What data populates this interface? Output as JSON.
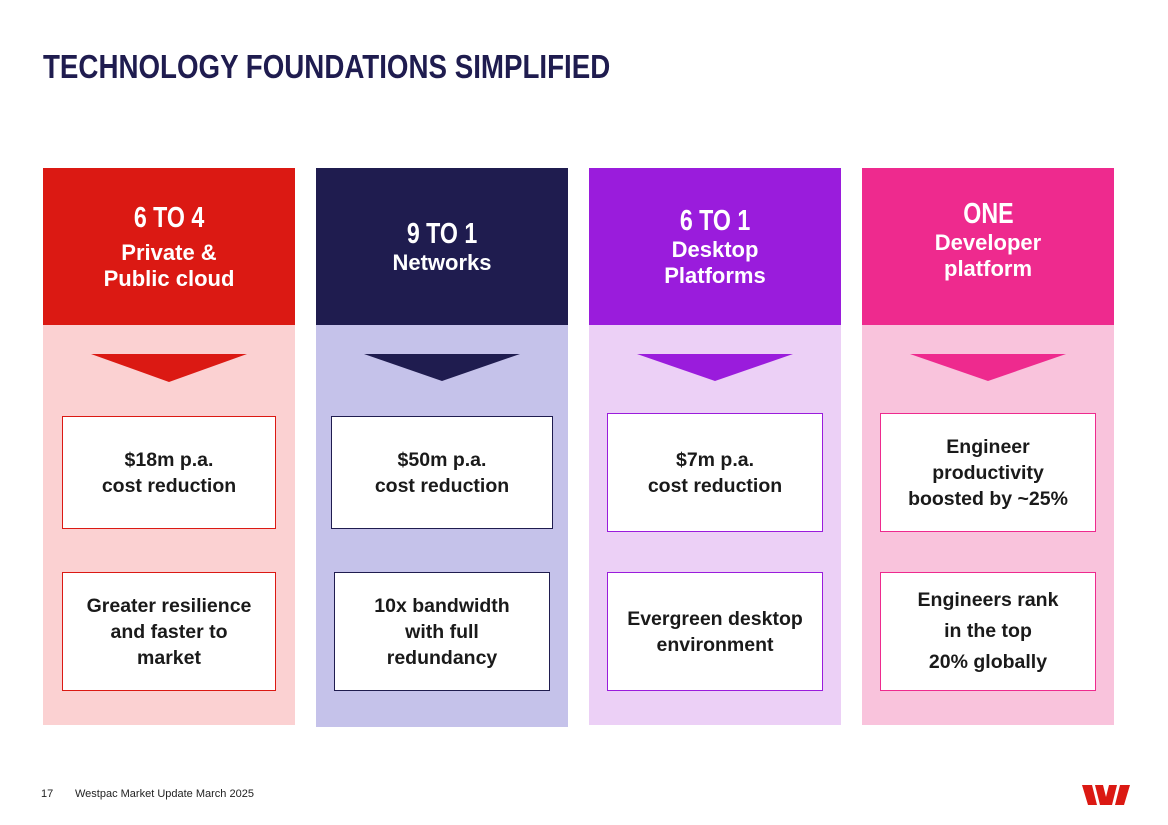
{
  "title": "TECHNOLOGY FOUNDATIONS SIMPLIFIED",
  "columns": [
    {
      "headline": "6 TO 4",
      "subtitle_line1": "Private &",
      "subtitle_line2": "Public cloud",
      "head_color": "#db1913",
      "body_color": "#fbd1d2",
      "box_border_color": "#db1913",
      "box1": [
        "$18m p.a.",
        "cost reduction"
      ],
      "box2": [
        "Greater resilience",
        "and faster to",
        "market"
      ]
    },
    {
      "headline": "9 TO 1",
      "subtitle_line1": "Networks",
      "head_color": "#1f1c4f",
      "body_color": "#c5c2ea",
      "box_border_color": "#1f1c4f",
      "box1": [
        "$50m p.a.",
        "cost reduction"
      ],
      "box2": [
        "10x bandwidth",
        "with full",
        "redundancy"
      ]
    },
    {
      "headline": "6 TO 1",
      "subtitle_line1": "Desktop",
      "subtitle_line2": "Platforms",
      "head_color": "#9a1cdc",
      "body_color": "#ecd0f6",
      "box_border_color": "#9a1cdc",
      "box1": [
        "$7m p.a.",
        "cost reduction"
      ],
      "box2": [
        "Evergreen desktop",
        "environment"
      ]
    },
    {
      "headline": "ONE",
      "subtitle_line1": "Developer",
      "subtitle_line2": "platform",
      "head_color": "#ee2a8e",
      "body_color": "#f9c3dc",
      "box_border_color": "#ee2a8e",
      "box1": [
        "Engineer",
        "productivity",
        "boosted by ~25%"
      ],
      "box2": [
        "Engineers rank",
        "in the top",
        "20% globally"
      ]
    }
  ],
  "footer": {
    "page_number": "17",
    "text": "Westpac Market Update March 2025"
  },
  "logo_color": "#db1913",
  "logo_icon": "westpac-w-logo"
}
